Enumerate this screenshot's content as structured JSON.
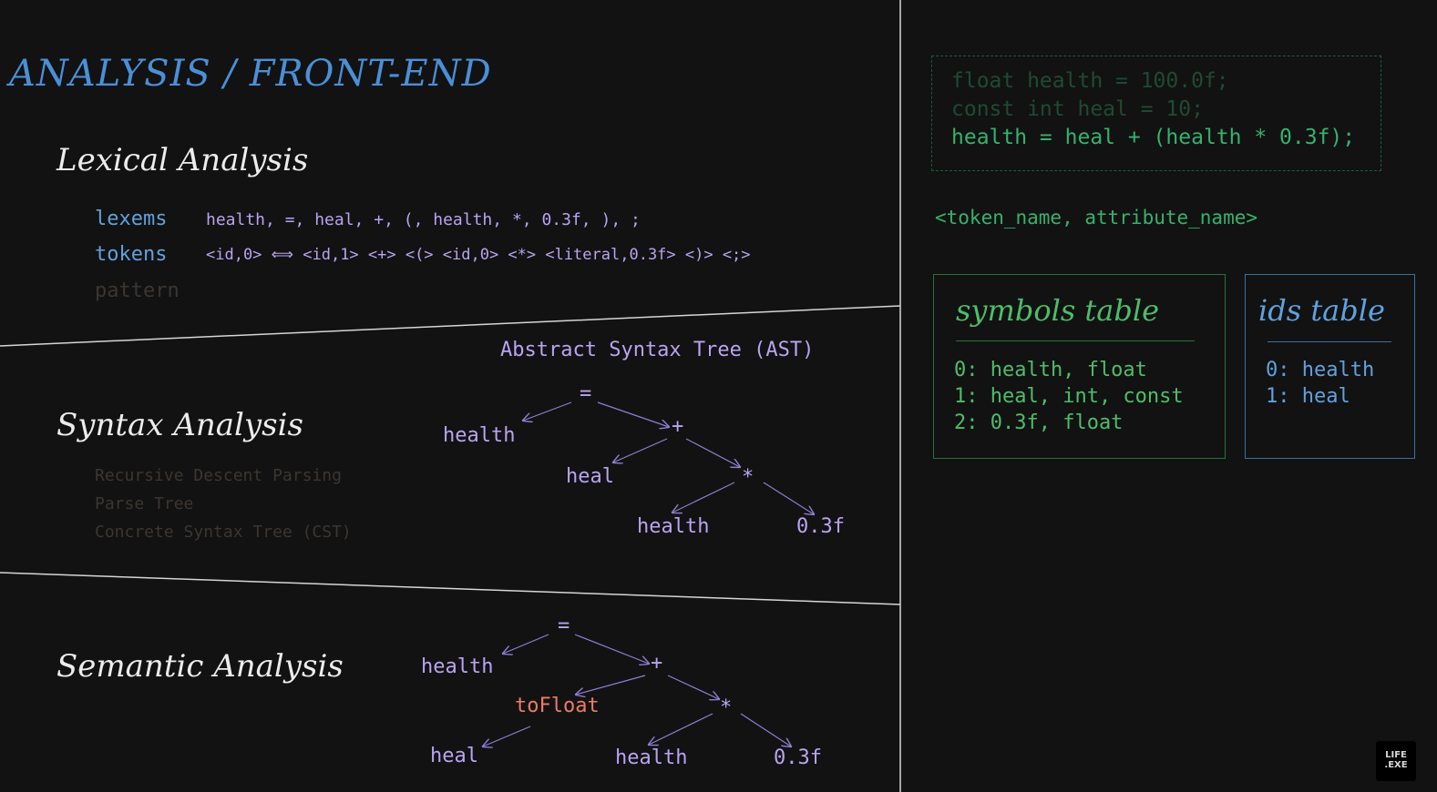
{
  "title": "ANALYSIS / FRONT-END",
  "lexical": {
    "heading": "Lexical Analysis",
    "lexems_label": "lexems",
    "lexems_value": "health, =, heal, +, (, health, *, 0.3f, ), ;",
    "tokens_label": "tokens",
    "tokens_value": "<id,0> ⟺ <id,1> <+> <(> <id,0> <*> <literal,0.3f> <)> <;>",
    "pattern_label": "pattern"
  },
  "syntax": {
    "heading": "Syntax Analysis",
    "ast_title": "Abstract Syntax Tree (AST)",
    "sub_items": [
      "Recursive Descent Parsing",
      "Parse Tree",
      "Concrete Syntax Tree (CST)"
    ],
    "tree": {
      "root": "=",
      "left": "health",
      "plus": "+",
      "heal": "heal",
      "mul": "*",
      "health2": "health",
      "lit": "0.3f"
    }
  },
  "semantic": {
    "heading": "Semantic Analysis",
    "tree": {
      "root": "=",
      "left": "health",
      "plus": "+",
      "cast": "toFloat",
      "mul": "*",
      "heal": "heal",
      "health2": "health",
      "lit": "0.3f"
    }
  },
  "code": {
    "lines": [
      "float health = 100.0f;",
      "const int heal = 10;",
      "health = heal + (health * 0.3f);"
    ]
  },
  "token_format": "<token_name, attribute_name>",
  "symbols_table": {
    "title": "symbols table",
    "rows": [
      "0: health, float",
      "1: heal, int, const",
      "2: 0.3f, float"
    ]
  },
  "ids_table": {
    "title": "ids table",
    "rows": [
      "0: health",
      "1: heal"
    ]
  },
  "logo": {
    "line1": "LIFE",
    "line2": ".EXE"
  },
  "colors": {
    "title_blue": "#4a8fd8",
    "tree_purple": "#b9a4f2",
    "cast_red": "#ee7a68",
    "code_green": "#35b26e"
  }
}
